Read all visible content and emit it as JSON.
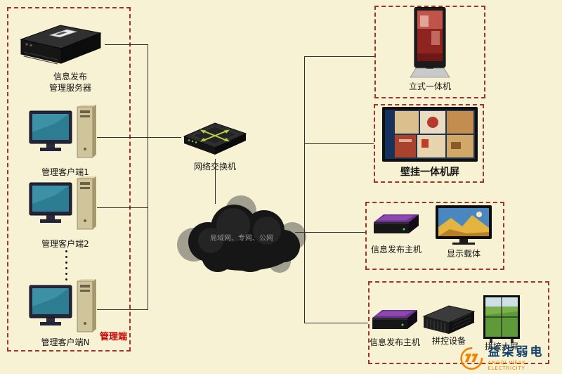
{
  "colors": {
    "background": "#f7f2d4",
    "group_border": "#a03428",
    "connector": "#2e2e2e",
    "management_tag_color": "#cc0000",
    "logo_orange": "#f08300",
    "logo_navy": "#14406e"
  },
  "management": {
    "tag": "管理端",
    "server_label_line1": "信息发布",
    "server_label_line2": "管理服务器",
    "clients": [
      {
        "label": "管理客户端1"
      },
      {
        "label": "管理客户端2"
      },
      {
        "label": "管理客户端N"
      }
    ]
  },
  "network": {
    "switch_label": "网络交换机",
    "cloud_label": "局域网、专网、公网"
  },
  "endpoints": {
    "kiosk_label": "立式一体机",
    "wall_label": "壁挂一体机屏",
    "player_host_label": "信息发布主机",
    "player_display_label": "显示载体",
    "videowall_host_label": "信息发布主机",
    "videowall_controller_label": "拼控设备",
    "videowall_screen_label": "拼接大屏"
  },
  "logo": {
    "name": "益柒弱电",
    "subtitle": "ANGQI WEAK ELECTRICITY"
  }
}
